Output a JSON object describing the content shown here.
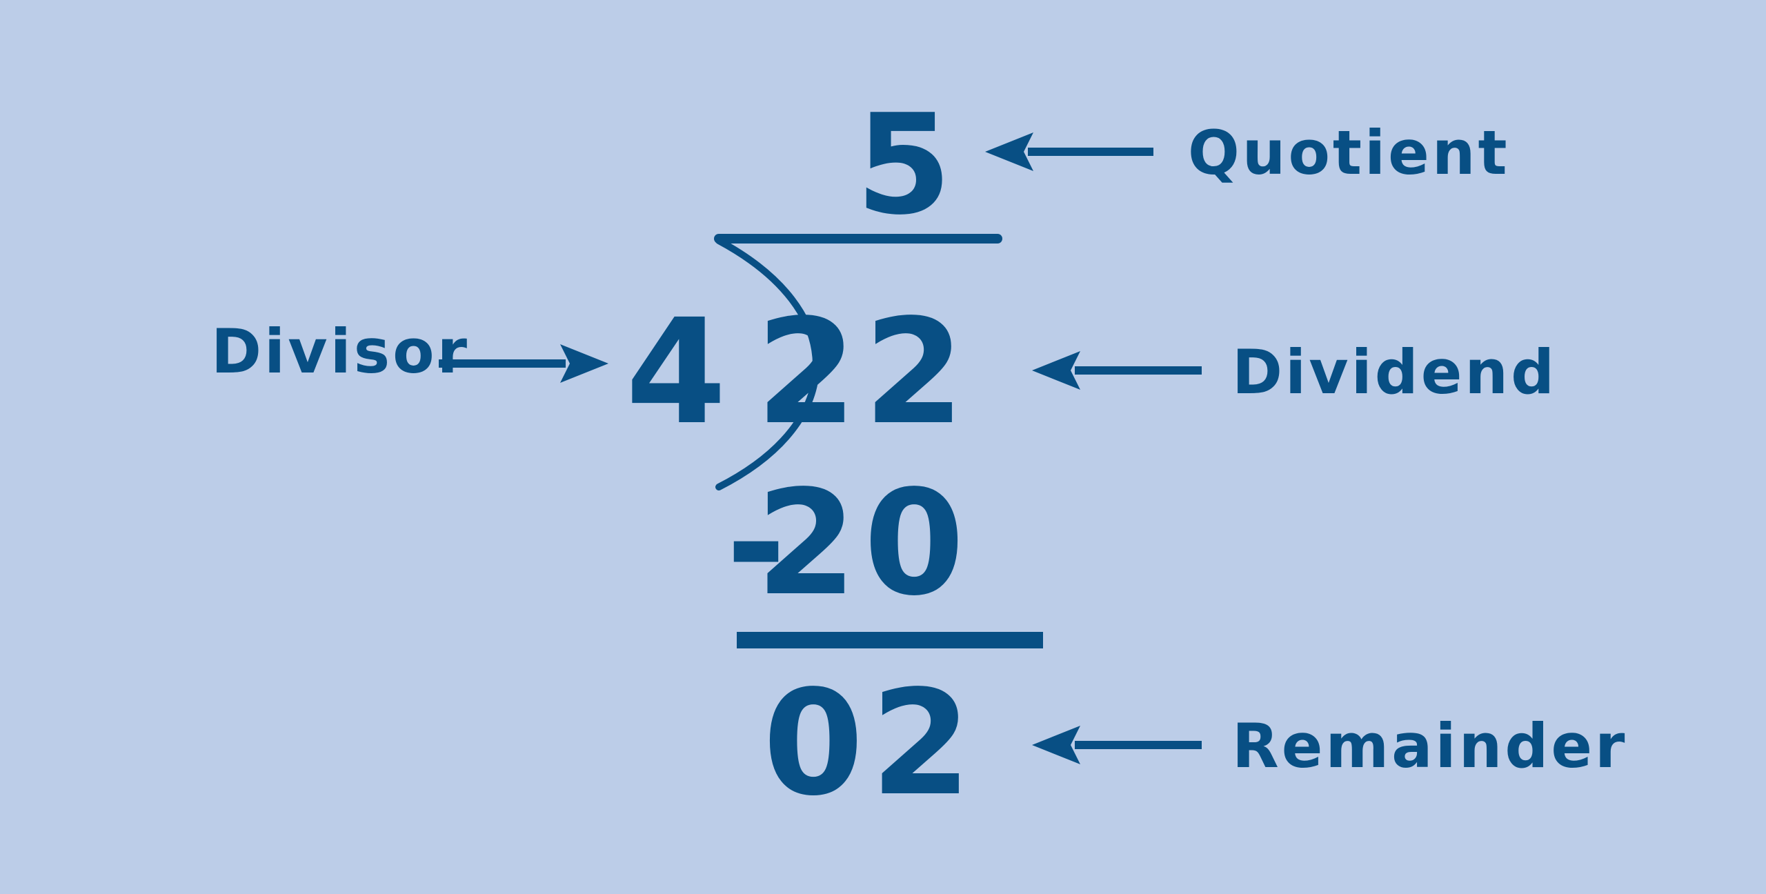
{
  "colors": {
    "background": "#bccde8",
    "ink": "#084f84"
  },
  "division": {
    "quotient": "5",
    "divisor": "4",
    "dividend": "22",
    "subtrahend": "20",
    "minus_sign": "-",
    "remainder": "02"
  },
  "labels": {
    "quotient": "Quotient",
    "divisor": "Divisor",
    "dividend": "Dividend",
    "remainder": "Remainder"
  },
  "icons": {
    "arrow": "arrow-icon",
    "bracket": "long-division-bracket"
  }
}
